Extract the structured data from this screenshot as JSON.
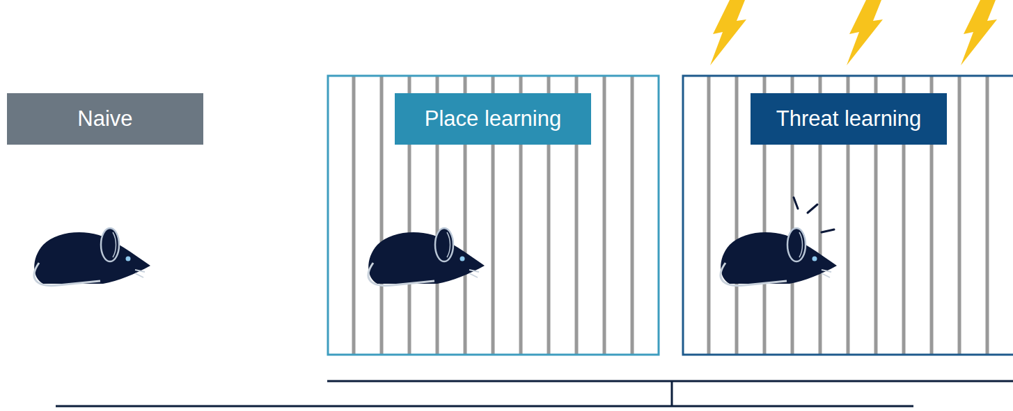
{
  "diagram": {
    "nodes": [
      {
        "text": [
          "Naive"
        ]
      },
      {
        "text": [
          "Place learning"
        ]
      },
      {
        "text": [
          "Threat learning"
        ]
      }
    ]
  }
}
